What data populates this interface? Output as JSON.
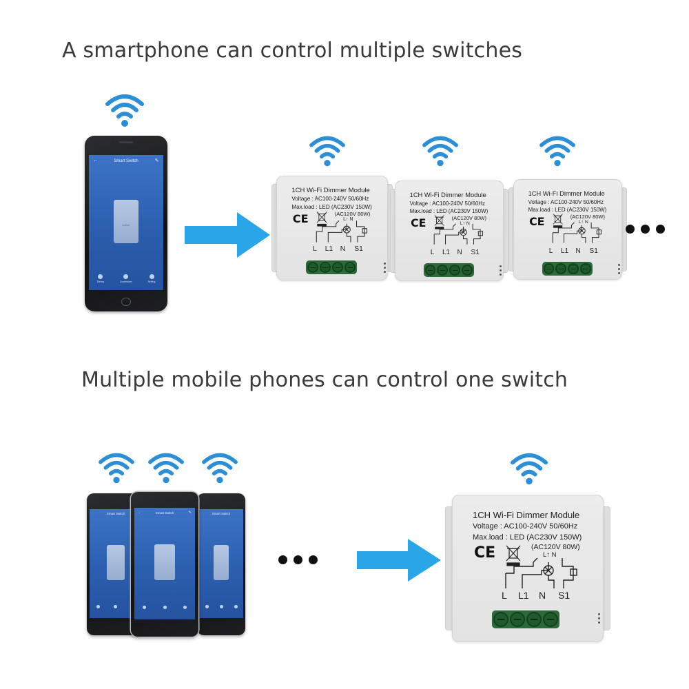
{
  "headings": {
    "top": "A smartphone can control multiple switches",
    "bottom": "Multiple mobile phones can control one switch"
  },
  "phone_app": {
    "title": "Smart Switch",
    "panel_label": "switch",
    "bottom_items": [
      "Timing",
      "Countdown",
      "Setting"
    ]
  },
  "module_label": {
    "title": "1CH Wi-Fi Dimmer Module",
    "voltage": "Voltage : AC100-240V 50/60Hz",
    "maxload": "Max.load : LED (AC230V 150W)",
    "maxload2": "(AC120V 80W)",
    "ce": "CE",
    "top_terminals": "L↑  N",
    "terminals": [
      "L",
      "L1",
      "N",
      "S1"
    ]
  },
  "colors": {
    "wifi": "#2a8fd6",
    "arrow": "#2aa5e8",
    "phone_screen": "#2f63b2",
    "terminal_green": "#2d6a3a"
  },
  "icons": [
    "wifi-icon",
    "arrow-right-icon",
    "ellipsis-icon",
    "ce-mark-icon",
    "weee-bin-icon"
  ]
}
